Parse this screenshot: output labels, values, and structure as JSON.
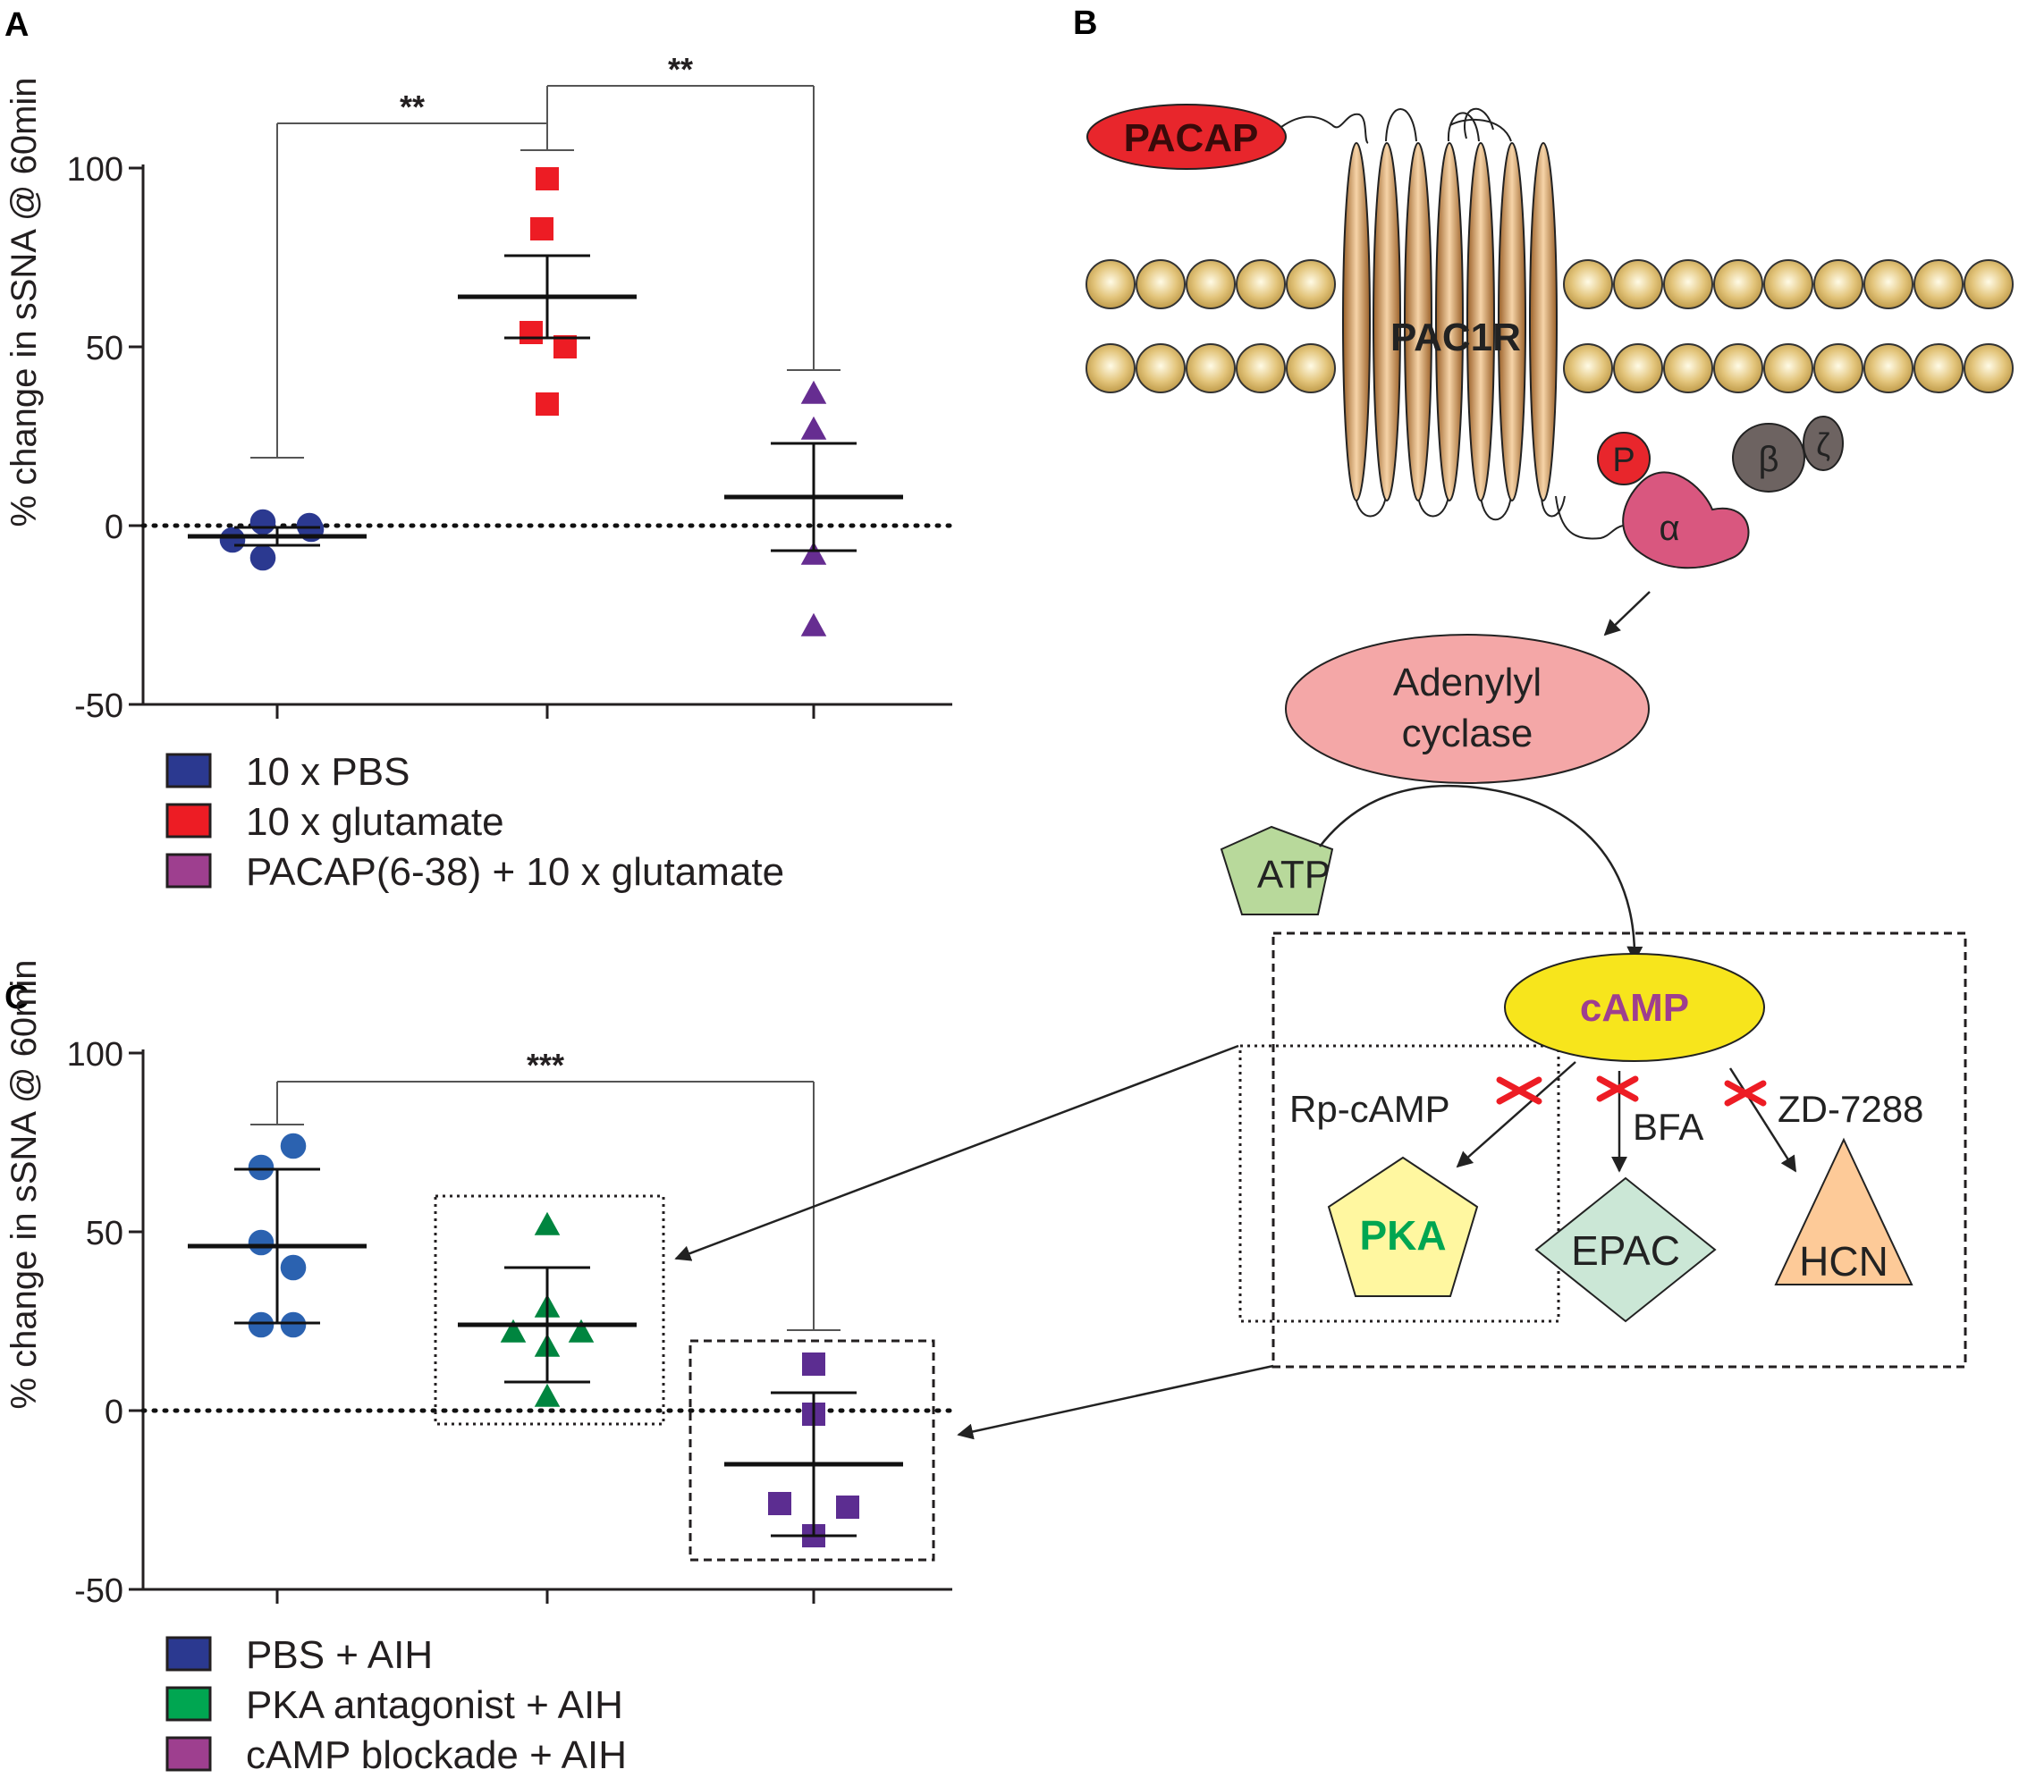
{
  "colors": {
    "blue": "#2b3990",
    "red": "#ed1c24",
    "purple_A": "#9e3f8f",
    "marker_purple_A": "#662d91",
    "green": "#00853f",
    "purple_C": "#9e3f8f",
    "marker_purple_C": "#5c2d91",
    "membrane": "#d9b86a",
    "receptor": "#c8894a",
    "pacap": "#e8262c",
    "alpha": "#d9577f",
    "beta": "#6d6361",
    "adenylyl": "#f4a7a7",
    "camp": "#f7e51c",
    "camp_text": "#9e3f8f",
    "atp": "#b8d99b",
    "pka": "#fff7a0",
    "pka_text": "#00a651",
    "epac": "#cbe7d6",
    "hcn": "#fdca98",
    "inhibit": "#ed1c24"
  },
  "panels": {
    "A": {
      "letter": "A",
      "chart_data": {
        "type": "scatter",
        "ylabel": "% change in sSNA @ 60min",
        "ylim": [
          -50,
          100
        ],
        "yticks": [
          "100",
          "50",
          "0",
          "-50"
        ],
        "reference_line_y": 0,
        "groups": [
          {
            "name": "10 x PBS",
            "color": "#2b3990",
            "marker": "circle",
            "mean": -3,
            "sem": 2.5,
            "points": [
              1,
              -1,
              -4,
              -9,
              0
            ]
          },
          {
            "name": "10 x glutamate",
            "color": "#ed1c24",
            "marker": "square",
            "mean": 64,
            "sem": 11.5,
            "points": [
              97,
              83,
              54,
              50,
              34
            ]
          },
          {
            "name": "PACAP(6-38) + 10 x glutamate",
            "color": "#662d91",
            "marker": "triangle",
            "mean": 8,
            "sem": 15,
            "points": [
              37,
              27,
              -8,
              -28
            ]
          }
        ],
        "significance": [
          {
            "from": 0,
            "to": 1,
            "label": "**"
          },
          {
            "from": 1,
            "to": 2,
            "label": "**"
          }
        ]
      },
      "legend": [
        {
          "label": "10 x PBS",
          "color": "#2b3990"
        },
        {
          "label": "10 x glutamate",
          "color": "#ed1c24"
        },
        {
          "label": "PACAP(6-38) + 10 x glutamate",
          "color": "#9e3f8f"
        }
      ]
    },
    "C": {
      "letter": "C",
      "chart_data": {
        "type": "scatter",
        "ylabel": "% change in sSNA @ 60min",
        "ylim": [
          -50,
          100
        ],
        "yticks": [
          "100",
          "50",
          "0",
          "-50"
        ],
        "reference_line_y": 0,
        "groups": [
          {
            "name": "PBS + AIH",
            "color": "#2b62b0",
            "marker": "circle",
            "mean": 46,
            "sd": 21.5,
            "points": [
              74,
              68,
              47,
              40,
              24,
              24
            ]
          },
          {
            "name": "PKA antagonist + AIH",
            "color": "#00853f",
            "marker": "triangle",
            "mean": 24,
            "sd": 16,
            "points": [
              52,
              29,
              22,
              22,
              18,
              4
            ]
          },
          {
            "name": "cAMP blockade + AIH",
            "color": "#5c2d91",
            "marker": "square",
            "mean": -15,
            "sd": 20,
            "points": [
              13,
              -1,
              -26,
              -27,
              -35
            ]
          }
        ],
        "significance": [
          {
            "from": 0,
            "to": 2,
            "label": "***"
          }
        ]
      },
      "legend": [
        {
          "label": "PBS + AIH",
          "color": "#2b3990"
        },
        {
          "label": "PKA antagonist + AIH",
          "color": "#00a651"
        },
        {
          "label": "cAMP blockade + AIH",
          "color": "#9e3f8f"
        }
      ]
    },
    "B": {
      "letter": "B",
      "labels": {
        "pacap": "PACAP",
        "receptor": "PAC1R",
        "phospho": "P",
        "alpha": "α",
        "beta": "β",
        "zeta": "ζ",
        "adenylyl_line1": "Adenylyl",
        "adenylyl_line2": "cyclase",
        "atp": "ATP",
        "camp": "cAMP",
        "rp_camp": "Rp-cAMP",
        "bfa": "BFA",
        "zd": "ZD-7288",
        "pka": "PKA",
        "epac": "EPAC",
        "hcn": "HCN"
      }
    }
  }
}
